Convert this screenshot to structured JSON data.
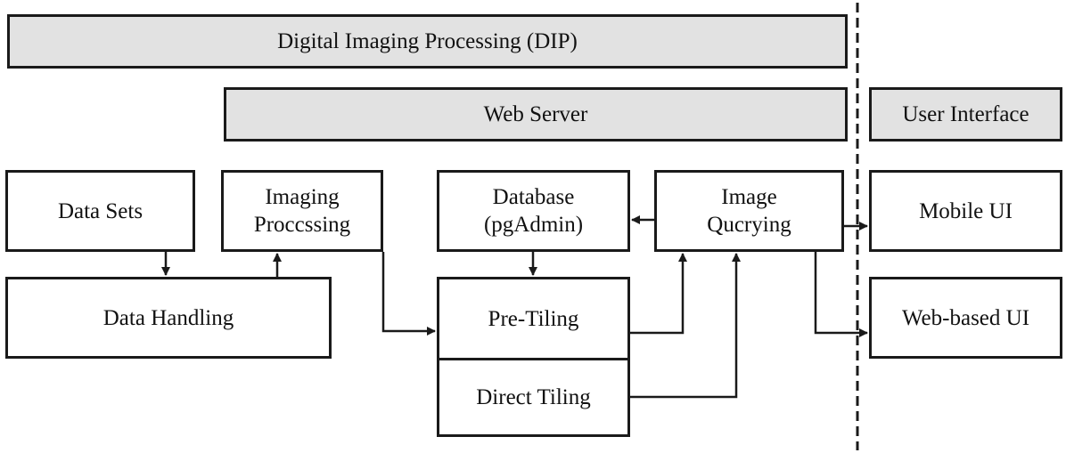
{
  "bands": {
    "dip": "Digital Imaging Processing (DIP)",
    "web_server": "Web Server",
    "user_interface": "User Interface"
  },
  "nodes": {
    "data_sets": "Data Sets",
    "imaging_processing": "Imaging\nProccssing",
    "database": "Database\n(pgAdmin)",
    "image_querying": "Image\nQucrying",
    "mobile_ui": "Mobile UI",
    "data_handling": "Data Handling",
    "pre_tiling": "Pre-Tiling",
    "direct_tiling": "Direct Tiling",
    "web_ui": "Web-based UI"
  },
  "colors": {
    "band_fill": "#e2e2e2",
    "stroke": "#1a1a1a",
    "background": "#ffffff"
  },
  "edges": [
    {
      "from": "data_sets",
      "to": "data_handling"
    },
    {
      "from": "data_handling",
      "to": "imaging_processing"
    },
    {
      "from": "imaging_processing",
      "to": "pre_tiling"
    },
    {
      "from": "database",
      "to": "pre_tiling"
    },
    {
      "from": "image_querying",
      "to": "database"
    },
    {
      "from": "image_querying",
      "to": "mobile_ui"
    },
    {
      "from": "pre_tiling",
      "to": "image_querying"
    },
    {
      "from": "direct_tiling",
      "to": "image_querying"
    },
    {
      "from": "image_querying",
      "to": "web_ui"
    }
  ],
  "separator": "dashed-vertical"
}
